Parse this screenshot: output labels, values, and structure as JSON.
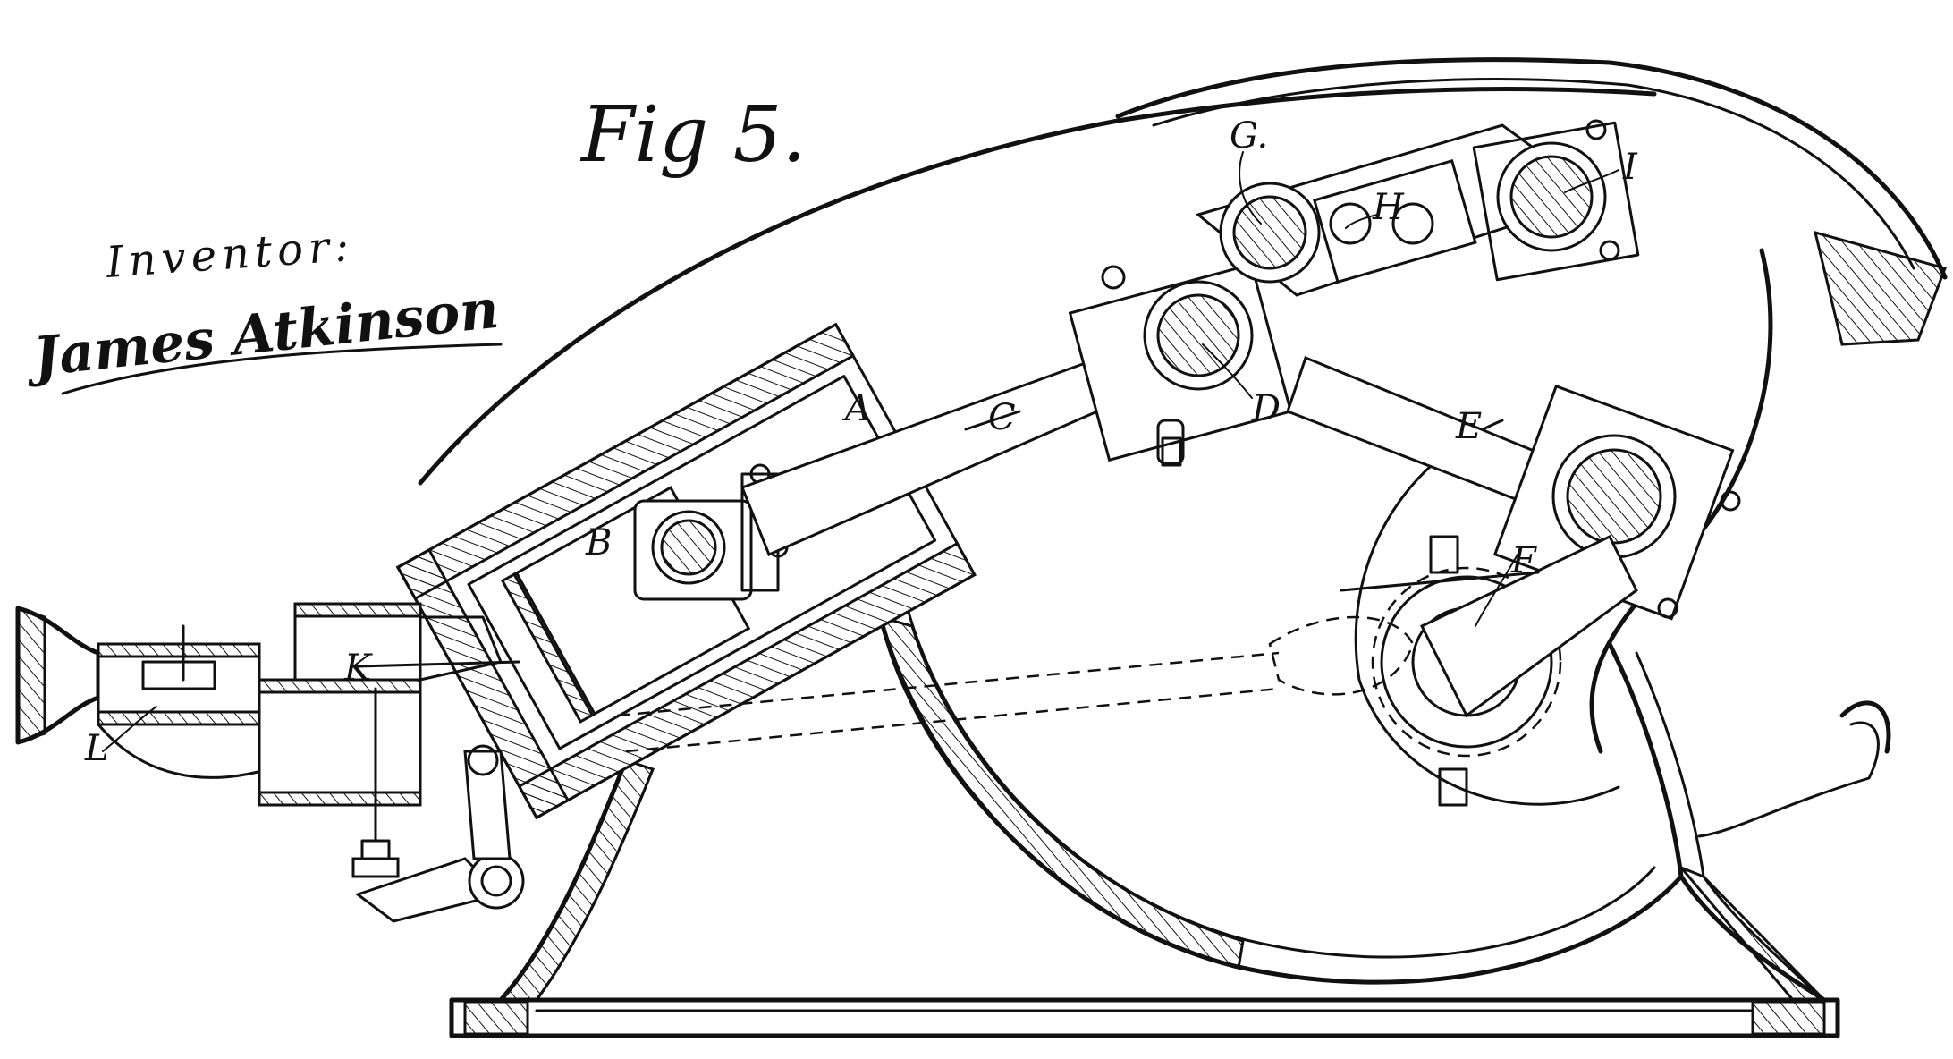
{
  "figure": {
    "title": "Fig 5."
  },
  "signature_block": {
    "heading": "Inventor:",
    "name": "James Atkinson"
  },
  "part_labels": [
    {
      "id": "A",
      "text": "A"
    },
    {
      "id": "B",
      "text": "B"
    },
    {
      "id": "C",
      "text": "C"
    },
    {
      "id": "D",
      "text": "D"
    },
    {
      "id": "E",
      "text": "E"
    },
    {
      "id": "F",
      "text": "F"
    },
    {
      "id": "G",
      "text": "G."
    },
    {
      "id": "H",
      "text": "H"
    },
    {
      "id": "I",
      "text": "I"
    },
    {
      "id": "K",
      "text": "K"
    },
    {
      "id": "L",
      "text": "L"
    }
  ],
  "colors": {
    "ink": "#111111",
    "paper": "#ffffff"
  }
}
